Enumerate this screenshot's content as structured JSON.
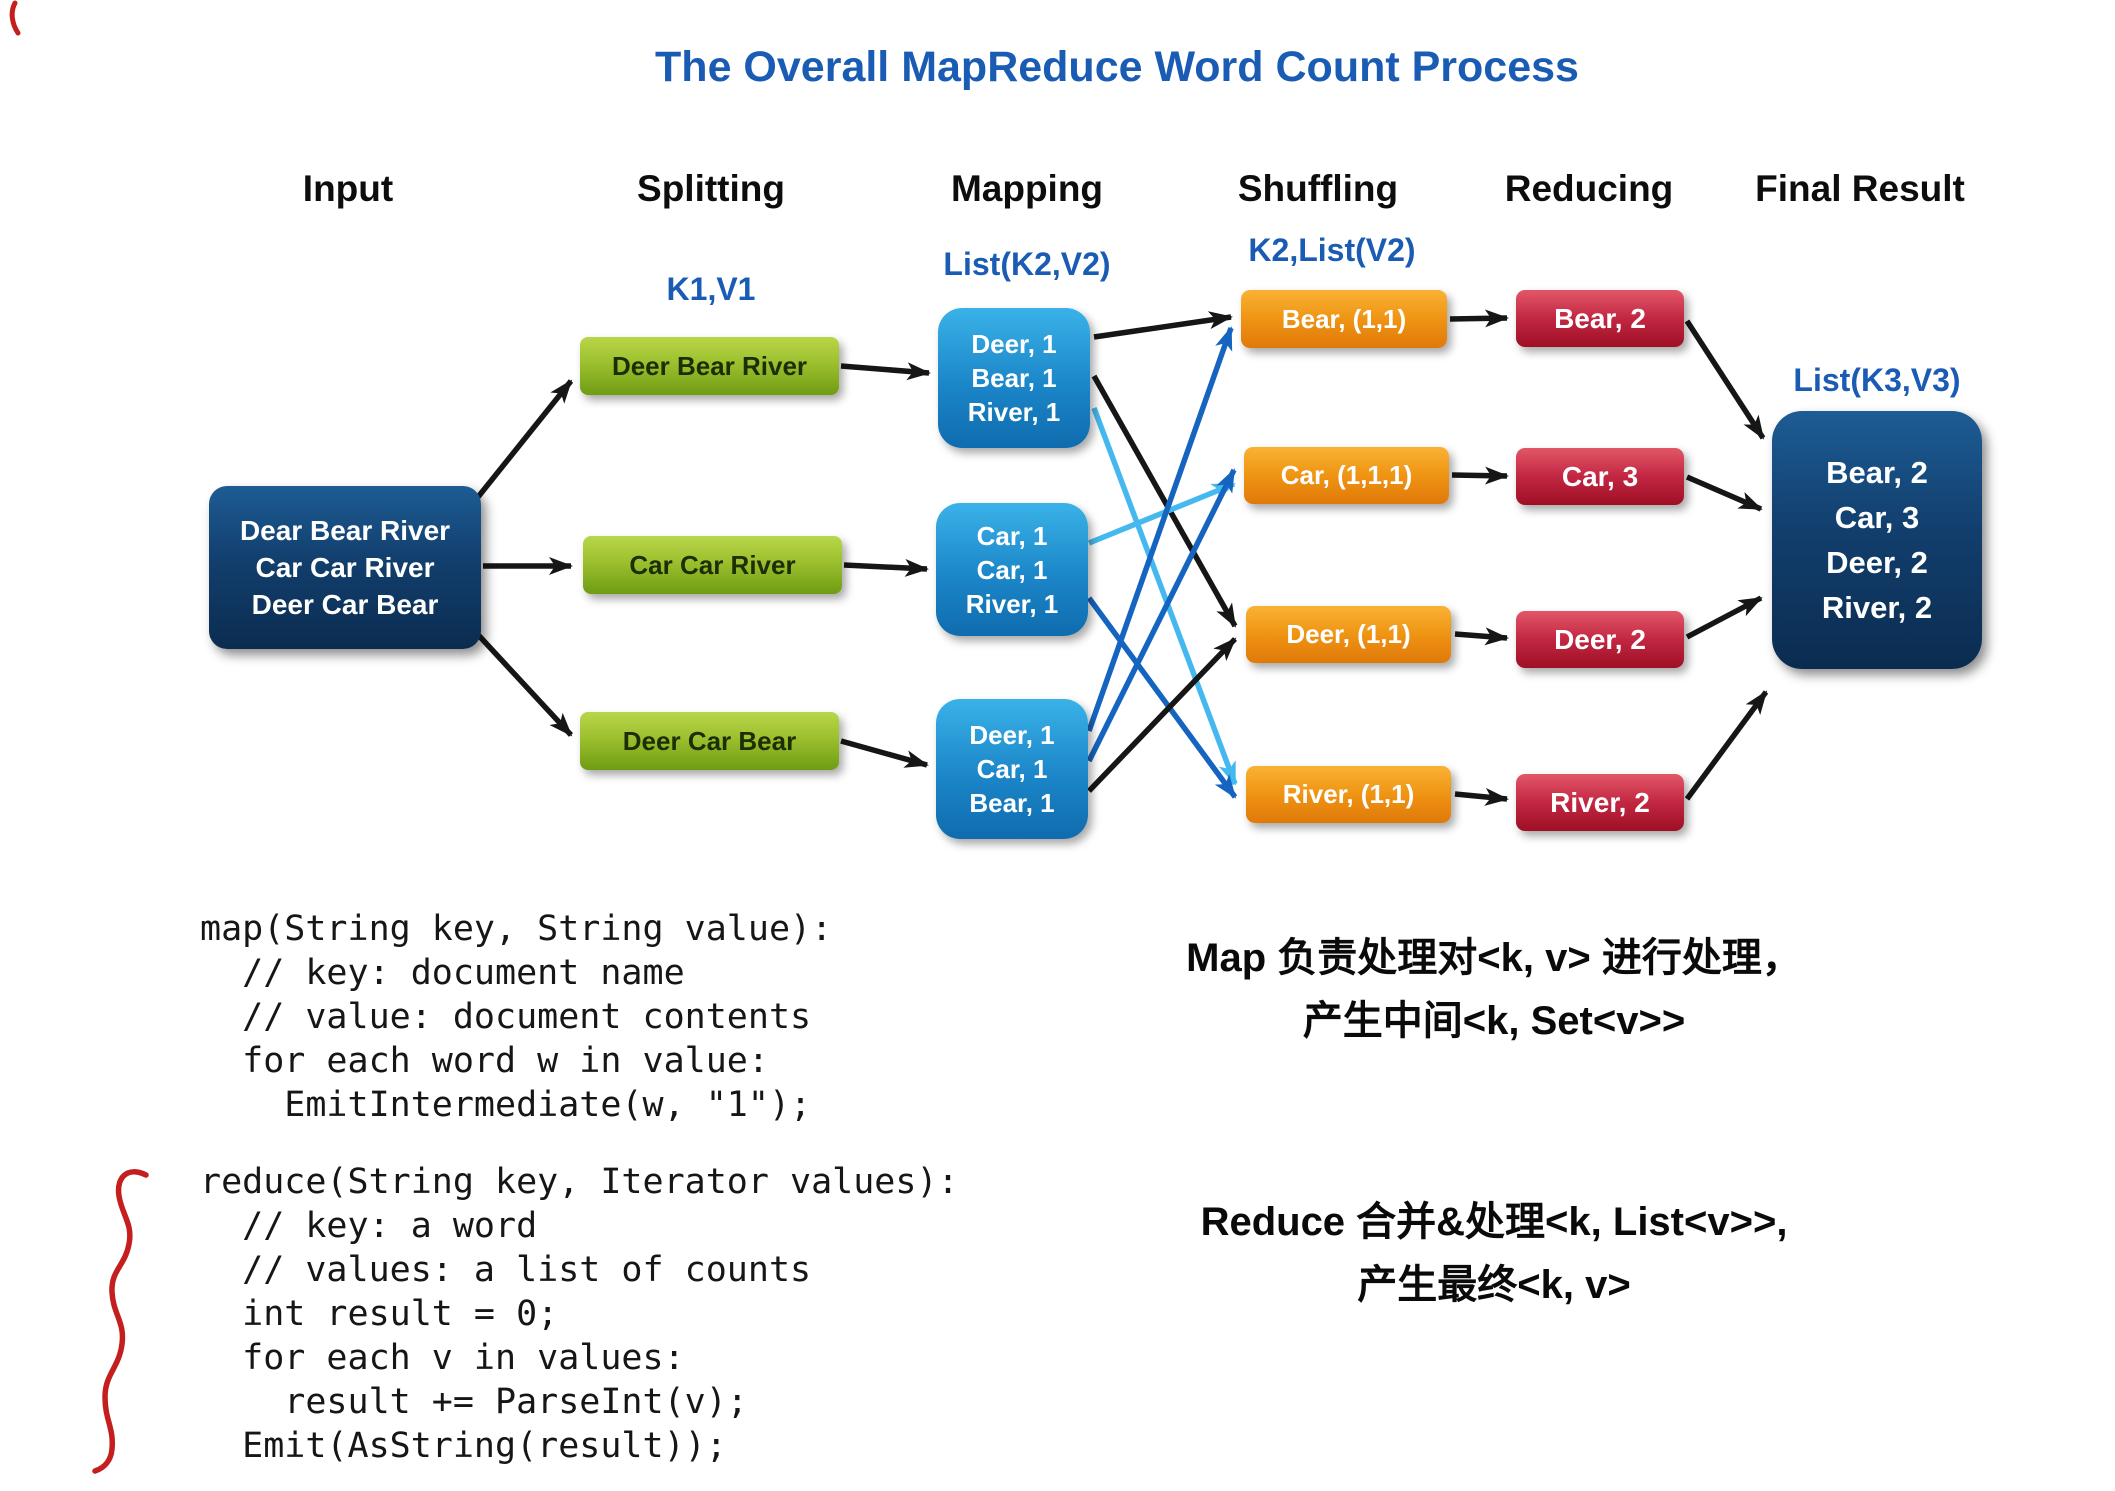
{
  "title": "The Overall MapReduce Word Count Process",
  "columns": [
    {
      "label": "Input"
    },
    {
      "label": "Splitting"
    },
    {
      "label": "Mapping"
    },
    {
      "label": "Shuffling"
    },
    {
      "label": "Reducing"
    },
    {
      "label": "Final Result"
    }
  ],
  "stage_labels": {
    "splitting": "K1,V1",
    "mapping": "List(K2,V2)",
    "shuffling": "K2,List(V2)",
    "final": "List(K3,V3)"
  },
  "nodes": {
    "input": {
      "lines": [
        "Dear Bear River",
        "Car Car River",
        "Deer Car Bear"
      ]
    },
    "splitting": [
      {
        "label": "Deer Bear River"
      },
      {
        "label": "Car Car River"
      },
      {
        "label": "Deer Car Bear"
      }
    ],
    "mapping": [
      {
        "lines": [
          "Deer, 1",
          "Bear, 1",
          "River, 1"
        ]
      },
      {
        "lines": [
          "Car, 1",
          "Car, 1",
          "River, 1"
        ]
      },
      {
        "lines": [
          "Deer, 1",
          "Car, 1",
          "Bear, 1"
        ]
      }
    ],
    "shuffling": [
      {
        "label": "Bear, (1,1)"
      },
      {
        "label": "Car, (1,1,1)"
      },
      {
        "label": "Deer, (1,1)"
      },
      {
        "label": "River, (1,1)"
      }
    ],
    "reducing": [
      {
        "label": "Bear, 2"
      },
      {
        "label": "Car, 3"
      },
      {
        "label": "Deer, 2"
      },
      {
        "label": "River, 2"
      }
    ],
    "final_result": {
      "lines": [
        "Bear, 2",
        "Car, 3",
        "Deer, 2",
        "River, 2"
      ]
    }
  },
  "code": {
    "map_lines": [
      "map(String key, String value):",
      "  // key: document name",
      "  // value: document contents",
      "  for each word w in value:",
      "    EmitIntermediate(w, \"1\");"
    ],
    "reduce_lines": [
      "reduce(String key, Iterator values):",
      "  // key: a word",
      "  // values: a list of counts",
      "  int result = 0;",
      "  for each v in values:",
      "    result += ParseInt(v);",
      "  Emit(AsString(result));"
    ]
  },
  "notes": {
    "map_line1": "Map 负责处理对<k, v> 进行处理，",
    "map_line2": "产生中间<k, Set<v>>",
    "reduce_line1": "Reduce 合并&处理<k, List<v>>,",
    "reduce_line2": "产生最终<k, v>"
  },
  "colors": {
    "title_blue": "#1a5cb4",
    "navy_box_top": "#1d5c94",
    "navy_box_bottom": "#0b2c50",
    "green_box_top": "#b9d64a",
    "green_box_bottom": "#6f9c14",
    "blue_box_top": "#3ab2e8",
    "blue_box_bottom": "#0f6cae",
    "orange_box_top": "#f9b235",
    "orange_box_bottom": "#e0790a",
    "red_box_top": "#e25768",
    "red_box_bottom": "#9e0f26",
    "arrow_black": "#161616",
    "arrow_dark_blue": "#1565c0",
    "arrow_light_blue": "#45b9ef",
    "pen_red": "#c41e1e"
  }
}
